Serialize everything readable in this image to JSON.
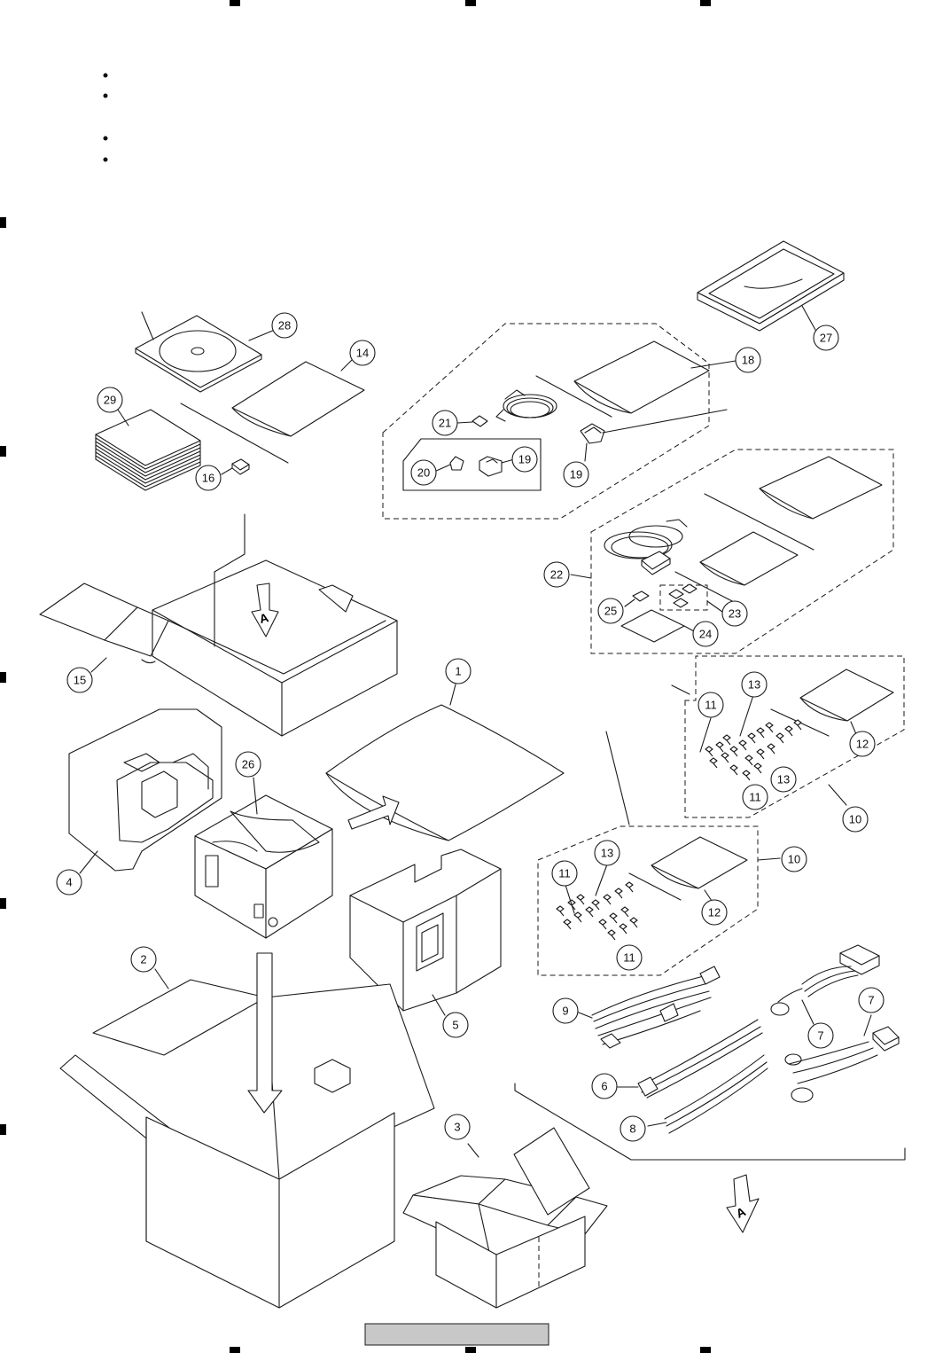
{
  "colors": {
    "line": "#1a1a1a",
    "footer_bar": "#c8c8c8",
    "background": "#ffffff"
  },
  "bullets": [
    "",
    "",
    "",
    ""
  ],
  "callouts": {
    "c1": "1",
    "c2": "2",
    "c3": "3",
    "c4": "4",
    "c5": "5",
    "c6": "6",
    "c7a": "7",
    "c7b": "7",
    "c8": "8",
    "c9": "9",
    "c10a": "10",
    "c10b": "10",
    "c11a": "11",
    "c11b": "11",
    "c11c": "11",
    "c11d": "11",
    "c12a": "12",
    "c12b": "12",
    "c13a": "13",
    "c13b": "13",
    "c13c": "13",
    "c14": "14",
    "c15": "15",
    "c16": "16",
    "c18": "18",
    "c19a": "19",
    "c19b": "19",
    "c20": "20",
    "c21": "21",
    "c22": "22",
    "c23": "23",
    "c24": "24",
    "c25": "25",
    "c26": "26",
    "c27": "27",
    "c28": "28",
    "c29": "29"
  },
  "view_marker": "A"
}
